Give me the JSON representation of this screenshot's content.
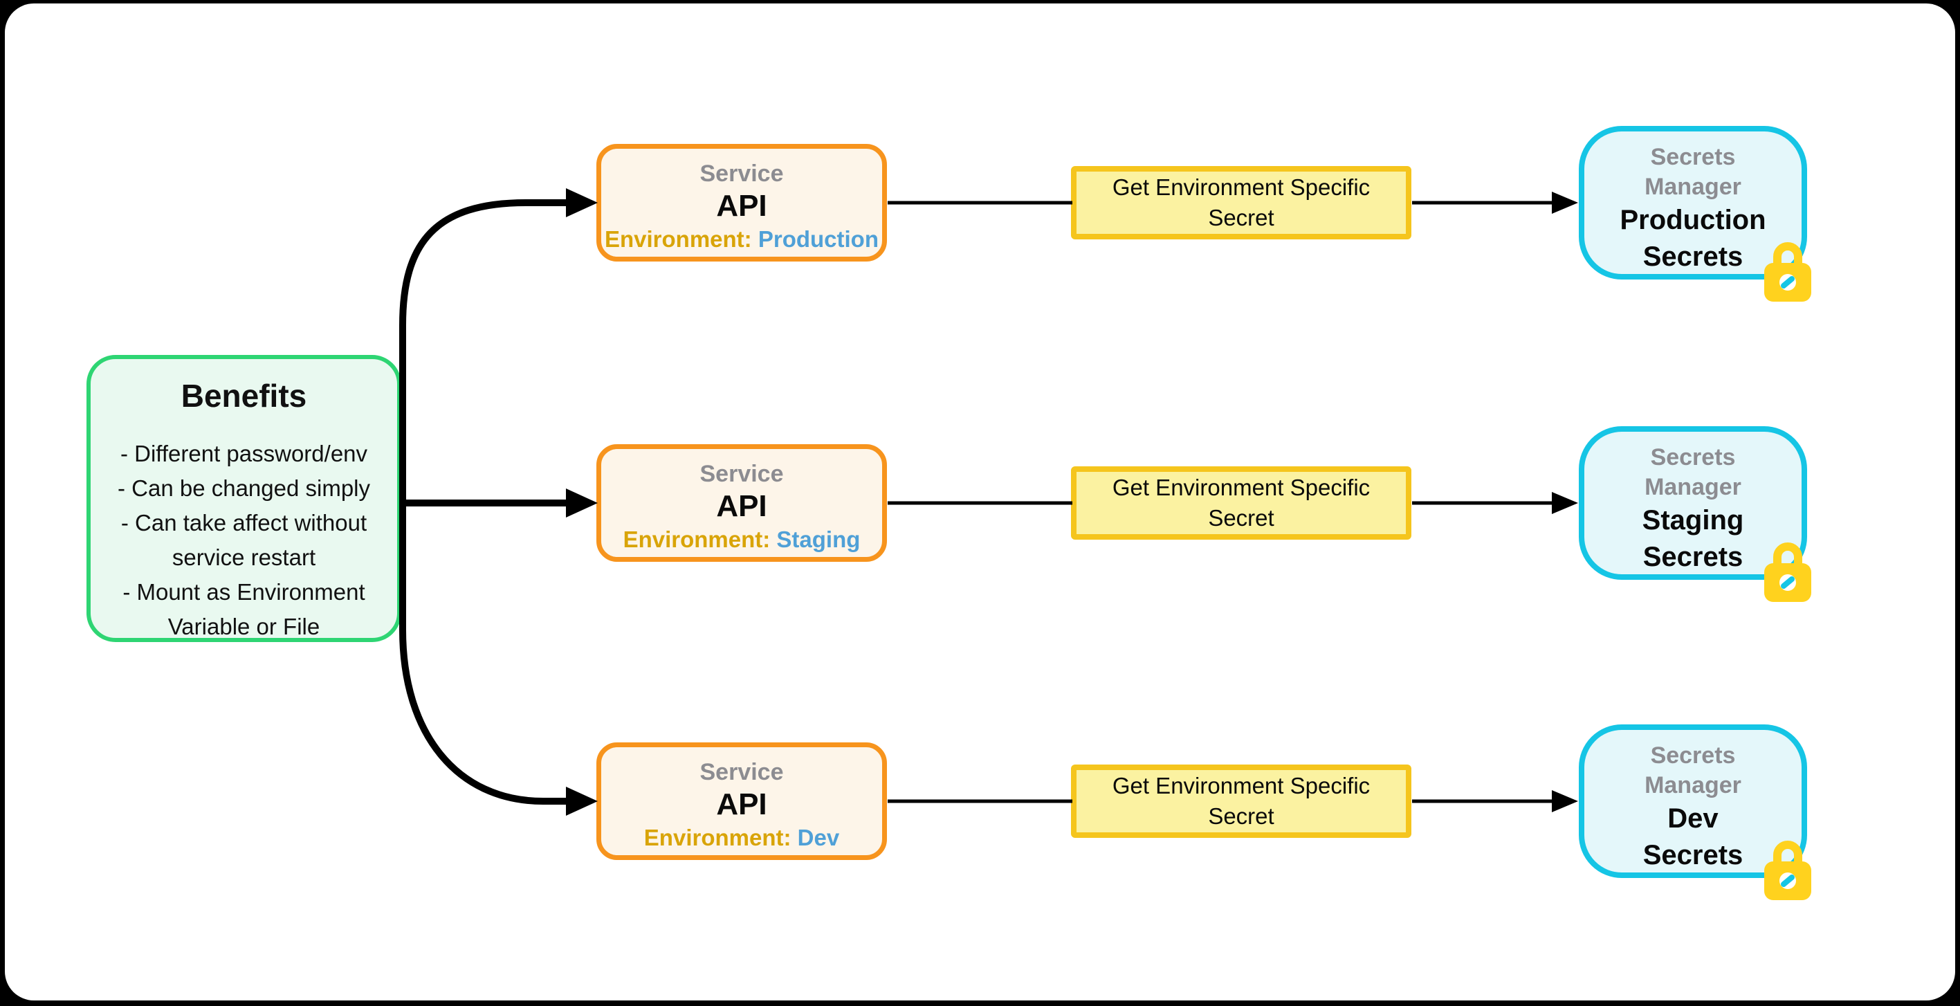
{
  "benefits": {
    "title": "Benefits",
    "items": [
      "- Different password/env",
      "- Can be changed simply",
      "- Can take affect without service restart",
      "- Mount as Environment Variable or File"
    ]
  },
  "rows": [
    {
      "id": "production",
      "service": {
        "title": "Service",
        "name": "API",
        "env_label": "Environment:",
        "env_value": "Production"
      },
      "action": "Get Environment Specific Secret",
      "manager": {
        "label_lines": [
          "Secrets",
          "Manager"
        ],
        "name_lines": [
          "Production",
          "Secrets"
        ],
        "icon": "lock-icon"
      }
    },
    {
      "id": "staging",
      "service": {
        "title": "Service",
        "name": "API",
        "env_label": "Environment:",
        "env_value": "Staging"
      },
      "action": "Get Environment Specific Secret",
      "manager": {
        "label_lines": [
          "Secrets",
          "Manager"
        ],
        "name_lines": [
          "Staging",
          "Secrets"
        ],
        "icon": "lock-icon"
      }
    },
    {
      "id": "dev",
      "service": {
        "title": "Service",
        "name": "API",
        "env_label": "Environment:",
        "env_value": "Dev"
      },
      "action": "Get Environment Specific Secret",
      "manager": {
        "label_lines": [
          "Secrets",
          "Manager"
        ],
        "name_lines": [
          "Dev",
          "Secrets"
        ],
        "icon": "lock-icon"
      }
    }
  ],
  "colors": {
    "frame_background": "#000000",
    "canvas": "#ffffff",
    "benefits_border": "#2ed573",
    "benefits_fill": "#e9f9f0",
    "service_border": "#f7941d",
    "service_fill": "#fdf5e9",
    "action_border": "#f5c51d",
    "action_fill": "#fbf2a1",
    "manager_border": "#15c5e5",
    "manager_fill": "#e4f7fa",
    "lock_gold": "#ffd21e",
    "muted_text": "#8c8c91",
    "env_label_text": "#d9a408",
    "env_value_text": "#4fa0d7",
    "arrow": "#000000"
  }
}
